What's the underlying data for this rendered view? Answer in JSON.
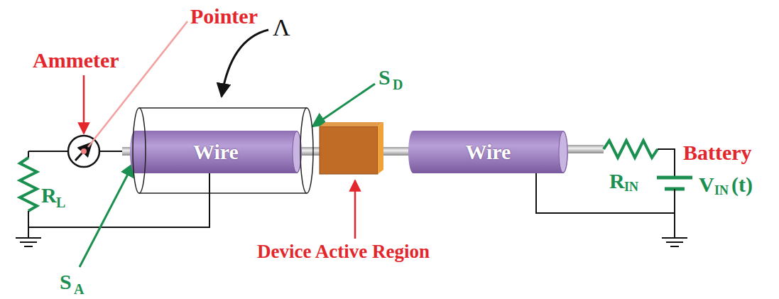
{
  "diagram": {
    "nodes": [
      {
        "text": [
          "Wire"
        ]
      },
      {
        "text": [
          "Wire"
        ]
      }
    ],
    "labels": [
      "Pointer",
      "Ammeter",
      "Λ",
      "S",
      "D",
      "S",
      "A",
      "Device Active Region",
      "R",
      "L",
      "R",
      "IN",
      "Battery",
      "V",
      "IN",
      "(t)"
    ]
  }
}
